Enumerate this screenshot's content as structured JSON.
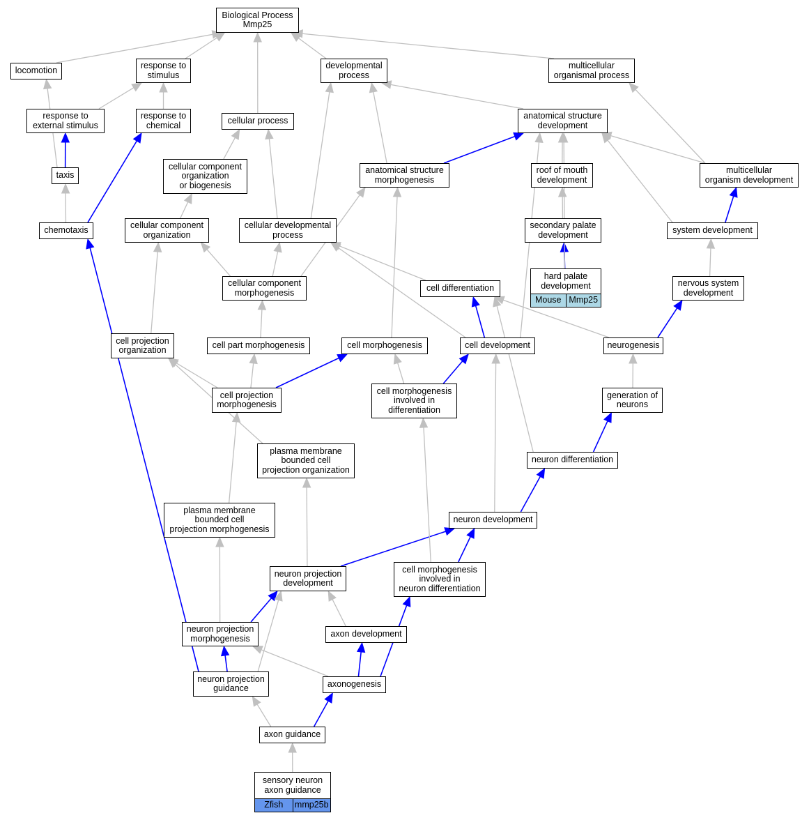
{
  "colors": {
    "is_a_edge": "#c0c0c0",
    "part_of_edge": "#0000ff",
    "node_border": "#000000",
    "mouse_annotation": "#add8e6",
    "zfish_annotation": "#6495ed"
  },
  "nodes": {
    "bp": {
      "label": "Biological Process\nMmp25"
    },
    "loc": {
      "label": "locomotion"
    },
    "rts": {
      "label": "response to\nstimulus"
    },
    "dev": {
      "label": "developmental\nprocess"
    },
    "mop": {
      "label": "multicellular\norganismal process"
    },
    "res": {
      "label": "response to\nexternal stimulus"
    },
    "rtc": {
      "label": "response to\nchemical"
    },
    "cp": {
      "label": "cellular process"
    },
    "asd": {
      "label": "anatomical structure\ndevelopment"
    },
    "taxis": {
      "label": "taxis"
    },
    "ccob": {
      "label": "cellular component\norganization\nor biogenesis"
    },
    "asm": {
      "label": "anatomical structure\nmorphogenesis"
    },
    "romd": {
      "label": "roof of mouth\ndevelopment"
    },
    "mod": {
      "label": "multicellular\norganism development"
    },
    "chemo": {
      "label": "chemotaxis"
    },
    "cco": {
      "label": "cellular component\norganization"
    },
    "cdp": {
      "label": "cellular developmental\nprocess"
    },
    "spd": {
      "label": "secondary palate\ndevelopment"
    },
    "sysd": {
      "label": "system development"
    },
    "hpd": {
      "label": "hard palate\ndevelopment",
      "annotation": {
        "species": "Mouse",
        "gene": "Mmp25",
        "color": "#add8e6"
      }
    },
    "ccm": {
      "label": "cellular component\nmorphogenesis"
    },
    "celldiff": {
      "label": "cell differentiation"
    },
    "nsd": {
      "label": "nervous system\ndevelopment"
    },
    "cpo": {
      "label": "cell projection\norganization"
    },
    "cpm": {
      "label": "cell part morphogenesis"
    },
    "cm": {
      "label": "cell morphogenesis"
    },
    "cdv": {
      "label": "cell development"
    },
    "neurog": {
      "label": "neurogenesis"
    },
    "cpmorph": {
      "label": "cell projection\nmorphogenesis"
    },
    "cmid": {
      "label": "cell morphogenesis\ninvolved in\ndifferentiation"
    },
    "gon": {
      "label": "generation of\nneurons"
    },
    "pmbcpo": {
      "label": "plasma membrane\nbounded cell\nprojection organization"
    },
    "nd": {
      "label": "neuron differentiation"
    },
    "pmbcpm": {
      "label": "plasma membrane\nbounded cell\nprojection morphogenesis"
    },
    "ndev": {
      "label": "neuron development"
    },
    "npd": {
      "label": "neuron projection\ndevelopment"
    },
    "cmind": {
      "label": "cell morphogenesis\ninvolved in\nneuron differentiation"
    },
    "npm": {
      "label": "neuron projection\nmorphogenesis"
    },
    "axd": {
      "label": "axon development"
    },
    "npg": {
      "label": "neuron projection\nguidance"
    },
    "axon": {
      "label": "axonogenesis"
    },
    "axg": {
      "label": "axon guidance"
    },
    "snag": {
      "label": "sensory neuron\naxon guidance",
      "annotation": {
        "species": "Zfish",
        "gene": "mmp25b",
        "color": "#6495ed"
      }
    }
  },
  "edges": [
    {
      "from": "loc",
      "to": "bp",
      "type": "is_a"
    },
    {
      "from": "rts",
      "to": "bp",
      "type": "is_a"
    },
    {
      "from": "dev",
      "to": "bp",
      "type": "is_a"
    },
    {
      "from": "mop",
      "to": "bp",
      "type": "is_a"
    },
    {
      "from": "cp",
      "to": "bp",
      "type": "is_a"
    },
    {
      "from": "res",
      "to": "rts",
      "type": "is_a"
    },
    {
      "from": "rtc",
      "to": "rts",
      "type": "is_a"
    },
    {
      "from": "asd",
      "to": "dev",
      "type": "is_a"
    },
    {
      "from": "mod",
      "to": "mop",
      "type": "is_a"
    },
    {
      "from": "taxis",
      "to": "res",
      "type": "part_of"
    },
    {
      "from": "taxis",
      "to": "loc",
      "type": "is_a"
    },
    {
      "from": "chemo",
      "to": "taxis",
      "type": "is_a"
    },
    {
      "from": "chemo",
      "to": "rtc",
      "type": "part_of"
    },
    {
      "from": "ccob",
      "to": "cp",
      "type": "is_a"
    },
    {
      "from": "cco",
      "to": "ccob",
      "type": "is_a"
    },
    {
      "from": "cdp",
      "to": "cp",
      "type": "is_a"
    },
    {
      "from": "cdp",
      "to": "dev",
      "type": "is_a"
    },
    {
      "from": "asm",
      "to": "dev",
      "type": "is_a"
    },
    {
      "from": "asm",
      "to": "asd",
      "type": "part_of"
    },
    {
      "from": "romd",
      "to": "asd",
      "type": "is_a"
    },
    {
      "from": "mod",
      "to": "asd",
      "type": "is_a"
    },
    {
      "from": "spd",
      "to": "romd",
      "type": "is_a"
    },
    {
      "from": "hpd",
      "to": "spd",
      "type": "part_of"
    },
    {
      "from": "hpd",
      "to": "asd",
      "type": "is_a"
    },
    {
      "from": "sysd",
      "to": "mod",
      "type": "part_of"
    },
    {
      "from": "sysd",
      "to": "asd",
      "type": "is_a"
    },
    {
      "from": "nsd",
      "to": "sysd",
      "type": "is_a"
    },
    {
      "from": "ccm",
      "to": "cco",
      "type": "is_a"
    },
    {
      "from": "ccm",
      "to": "cdp",
      "type": "is_a"
    },
    {
      "from": "ccm",
      "to": "asm",
      "type": "is_a"
    },
    {
      "from": "celldiff",
      "to": "cdp",
      "type": "is_a"
    },
    {
      "from": "cpo",
      "to": "cco",
      "type": "is_a"
    },
    {
      "from": "cpm",
      "to": "ccm",
      "type": "is_a"
    },
    {
      "from": "cm",
      "to": "asm",
      "type": "is_a"
    },
    {
      "from": "cdv",
      "to": "celldiff",
      "type": "part_of"
    },
    {
      "from": "cdv",
      "to": "cdp",
      "type": "is_a"
    },
    {
      "from": "cdv",
      "to": "asd",
      "type": "is_a"
    },
    {
      "from": "neurog",
      "to": "celldiff",
      "type": "is_a"
    },
    {
      "from": "neurog",
      "to": "nsd",
      "type": "part_of"
    },
    {
      "from": "cpmorph",
      "to": "cpo",
      "type": "is_a"
    },
    {
      "from": "cpmorph",
      "to": "cpm",
      "type": "is_a"
    },
    {
      "from": "cpmorph",
      "to": "cm",
      "type": "part_of"
    },
    {
      "from": "cmid",
      "to": "cm",
      "type": "is_a"
    },
    {
      "from": "cmid",
      "to": "cdv",
      "type": "part_of"
    },
    {
      "from": "gon",
      "to": "neurog",
      "type": "is_a"
    },
    {
      "from": "pmbcpo",
      "to": "cpo",
      "type": "is_a"
    },
    {
      "from": "nd",
      "to": "gon",
      "type": "part_of"
    },
    {
      "from": "nd",
      "to": "celldiff",
      "type": "is_a"
    },
    {
      "from": "pmbcpm",
      "to": "cpmorph",
      "type": "is_a"
    },
    {
      "from": "ndev",
      "to": "nd",
      "type": "part_of"
    },
    {
      "from": "ndev",
      "to": "cdv",
      "type": "is_a"
    },
    {
      "from": "npd",
      "to": "pmbcpo",
      "type": "is_a"
    },
    {
      "from": "npd",
      "to": "ndev",
      "type": "part_of"
    },
    {
      "from": "cmind",
      "to": "cmid",
      "type": "is_a"
    },
    {
      "from": "cmind",
      "to": "ndev",
      "type": "part_of"
    },
    {
      "from": "npm",
      "to": "pmbcpm",
      "type": "is_a"
    },
    {
      "from": "npm",
      "to": "npd",
      "type": "part_of"
    },
    {
      "from": "axd",
      "to": "npd",
      "type": "is_a"
    },
    {
      "from": "npg",
      "to": "npm",
      "type": "part_of"
    },
    {
      "from": "npg",
      "to": "npd",
      "type": "is_a"
    },
    {
      "from": "npg",
      "to": "chemo",
      "type": "part_of"
    },
    {
      "from": "axon",
      "to": "axd",
      "type": "part_of"
    },
    {
      "from": "axon",
      "to": "npm",
      "type": "is_a"
    },
    {
      "from": "axon",
      "to": "cmind",
      "type": "part_of"
    },
    {
      "from": "axg",
      "to": "npg",
      "type": "is_a"
    },
    {
      "from": "axg",
      "to": "axon",
      "type": "part_of"
    },
    {
      "from": "snag",
      "to": "axg",
      "type": "is_a"
    }
  ]
}
